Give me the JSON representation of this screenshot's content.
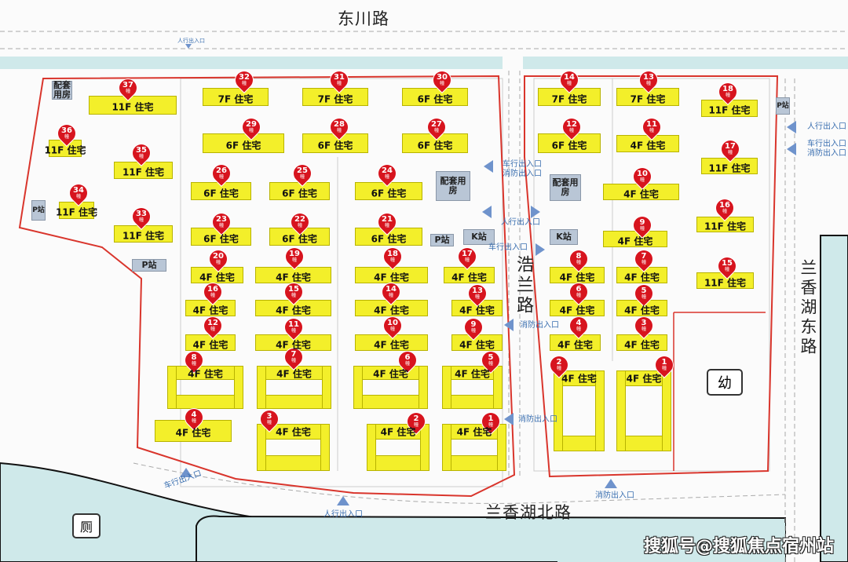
{
  "roads": {
    "north": "东川路",
    "middle": "浩兰路",
    "east": "兰香湖东路",
    "south": "兰香湖北路"
  },
  "colors": {
    "building": "#f3ef2a",
    "pin": "#d7141e",
    "boundary": "#d9352c",
    "canal": "#cfe9ea",
    "entrance": "#3a6fb0",
    "facility": "#b9c6d6"
  },
  "pin_suffix": "幢",
  "west_buildings": [
    {
      "no": "37",
      "label": "11F 住宅"
    },
    {
      "no": "36",
      "label": "11F 住宅"
    },
    {
      "no": "35",
      "label": "11F 住宅"
    },
    {
      "no": "34",
      "label": "11F 住宅"
    },
    {
      "no": "33",
      "label": "11F 住宅"
    },
    {
      "no": "32",
      "label": "7F 住宅"
    },
    {
      "no": "31",
      "label": "7F 住宅"
    },
    {
      "no": "30",
      "label": "6F 住宅"
    },
    {
      "no": "29",
      "label": "6F 住宅"
    },
    {
      "no": "28",
      "label": "6F 住宅"
    },
    {
      "no": "27",
      "label": "6F 住宅"
    },
    {
      "no": "26",
      "label": "6F 住宅"
    },
    {
      "no": "25",
      "label": "6F 住宅"
    },
    {
      "no": "24",
      "label": "6F 住宅"
    },
    {
      "no": "23",
      "label": "6F 住宅"
    },
    {
      "no": "22",
      "label": "6F 住宅"
    },
    {
      "no": "21",
      "label": "6F 住宅"
    },
    {
      "no": "20",
      "label": "4F 住宅"
    },
    {
      "no": "19",
      "label": "4F 住宅"
    },
    {
      "no": "18",
      "label": "4F 住宅"
    },
    {
      "no": "17",
      "label": "4F 住宅"
    },
    {
      "no": "16",
      "label": "4F 住宅"
    },
    {
      "no": "15",
      "label": "4F 住宅"
    },
    {
      "no": "14",
      "label": "4F 住宅"
    },
    {
      "no": "13",
      "label": "4F 住宅"
    },
    {
      "no": "12",
      "label": "4F 住宅"
    },
    {
      "no": "11",
      "label": "4F 住宅"
    },
    {
      "no": "10",
      "label": "4F 住宅"
    },
    {
      "no": "9",
      "label": "4F 住宅"
    },
    {
      "no": "8",
      "label": "4F 住宅"
    },
    {
      "no": "7",
      "label": "4F 住宅"
    },
    {
      "no": "6",
      "label": "4F 住宅"
    },
    {
      "no": "5",
      "label": "4F 住宅"
    },
    {
      "no": "4",
      "label": "4F 住宅"
    },
    {
      "no": "3",
      "label": "4F 住宅"
    },
    {
      "no": "2",
      "label": "4F 住宅"
    },
    {
      "no": "1",
      "label": "4F 住宅"
    }
  ],
  "east_buildings": [
    {
      "no": "14",
      "label": "7F 住宅"
    },
    {
      "no": "13",
      "label": "7F 住宅"
    },
    {
      "no": "18",
      "label": "11F 住宅"
    },
    {
      "no": "12",
      "label": "6F 住宅"
    },
    {
      "no": "11",
      "label": "4F 住宅"
    },
    {
      "no": "17",
      "label": "11F 住宅"
    },
    {
      "no": "10",
      "label": "4F 住宅"
    },
    {
      "no": "16",
      "label": "11F 住宅"
    },
    {
      "no": "9",
      "label": "4F 住宅"
    },
    {
      "no": "8",
      "label": "4F 住宅"
    },
    {
      "no": "7",
      "label": "4F 住宅"
    },
    {
      "no": "15",
      "label": "11F 住宅"
    },
    {
      "no": "6",
      "label": "4F 住宅"
    },
    {
      "no": "5",
      "label": "4F 住宅"
    },
    {
      "no": "4",
      "label": "4F 住宅"
    },
    {
      "no": "3",
      "label": "4F 住宅"
    },
    {
      "no": "2",
      "label": "4F 住宅"
    },
    {
      "no": "1",
      "label": "4F 住宅"
    }
  ],
  "facilities": [
    {
      "name": "配套用房"
    },
    {
      "name": "P站"
    },
    {
      "name": "P站"
    },
    {
      "name": "配套用房"
    },
    {
      "name": "P站"
    },
    {
      "name": "K站"
    },
    {
      "name": "配套用房"
    },
    {
      "name": "K站"
    },
    {
      "name": "P站"
    }
  ],
  "entrances": [
    {
      "text": "车行出入口\n消防出入口",
      "dir": "left"
    },
    {
      "text": "人行出入口",
      "dir": "both"
    },
    {
      "text": "车行出入口",
      "dir": "right"
    },
    {
      "text": "消防出入口",
      "dir": "left"
    },
    {
      "text": "消防出入口",
      "dir": "left"
    },
    {
      "text": "消防出入口",
      "dir": "up"
    },
    {
      "text": "车行出入口",
      "dir": "up"
    },
    {
      "text": "人行出入口",
      "dir": "up"
    },
    {
      "text": "人行出入口",
      "dir": "left"
    },
    {
      "text": "车行出入口\n消防出入口",
      "dir": "left"
    },
    {
      "text": "人行出入口",
      "dir": "down"
    }
  ],
  "kindergarten": "幼",
  "toilet": "厕",
  "watermark": "搜狐号@搜狐焦点宿州站"
}
